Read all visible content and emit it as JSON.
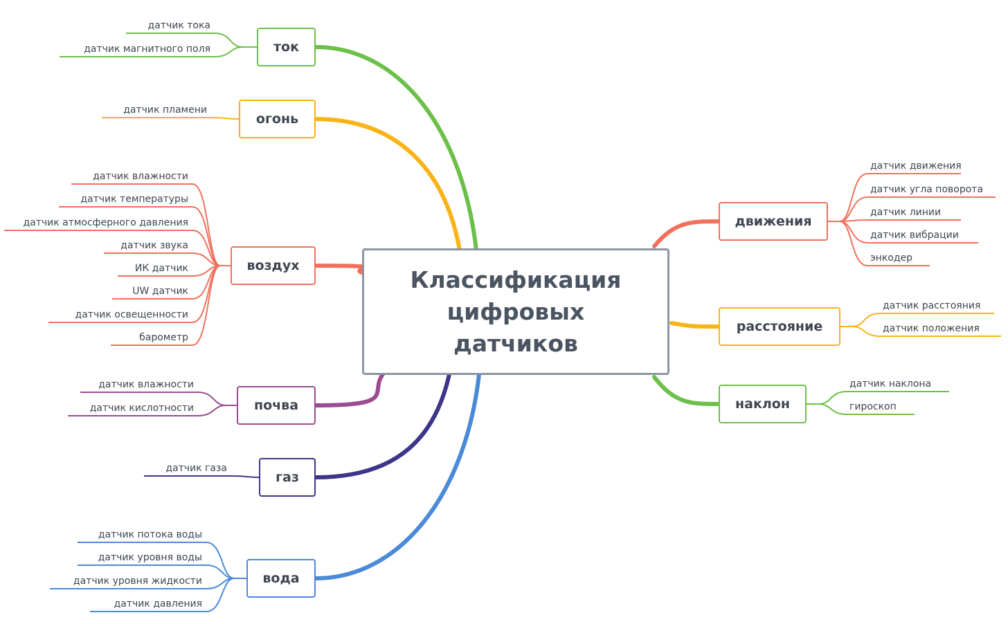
{
  "center": {
    "title": "Классификация цифровых датчиков"
  },
  "branches": {
    "tok": {
      "label": "ток",
      "color": "#6cc04a",
      "leaves": [
        "датчик тока",
        "датчик магнитного поля"
      ]
    },
    "ogon": {
      "label": "огонь",
      "color": "#f9b316",
      "leaves": [
        "датчик пламени"
      ]
    },
    "vozdukh": {
      "label": "воздух",
      "color": "#f0705c",
      "leaves": [
        "датчик влажности",
        "датчик температуры",
        "датчик атмосферного давления",
        "датчик звука",
        "ИК датчик",
        "UW датчик",
        "датчик освещенности",
        "барометр"
      ]
    },
    "pochva": {
      "label": "почва",
      "color": "#9b4b8f",
      "leaves": [
        "датчик влажности",
        "датчик кислотности"
      ]
    },
    "gaz": {
      "label": "газ",
      "color": "#3d3589",
      "leaves": [
        "датчик газа"
      ]
    },
    "voda": {
      "label": "вода",
      "color": "#4a8ad8",
      "leaves": [
        "датчик потока воды",
        "датчик уровня воды",
        "датчик уровня жидкости",
        "датчик давления"
      ]
    },
    "dvizh": {
      "label": "движения",
      "color": "#f0705c",
      "leaves": [
        "датчик движения",
        "датчик угла поворота",
        "датчик линии",
        "датчик вибрации",
        "энкодер"
      ]
    },
    "rasst": {
      "label": "расстояние",
      "color": "#f9b316",
      "leaves": [
        "датчик расстояния",
        "датчик положения"
      ]
    },
    "naklon": {
      "label": "наклон",
      "color": "#6cc04a",
      "leaves": [
        "датчик наклона",
        "гироскоп"
      ]
    }
  }
}
